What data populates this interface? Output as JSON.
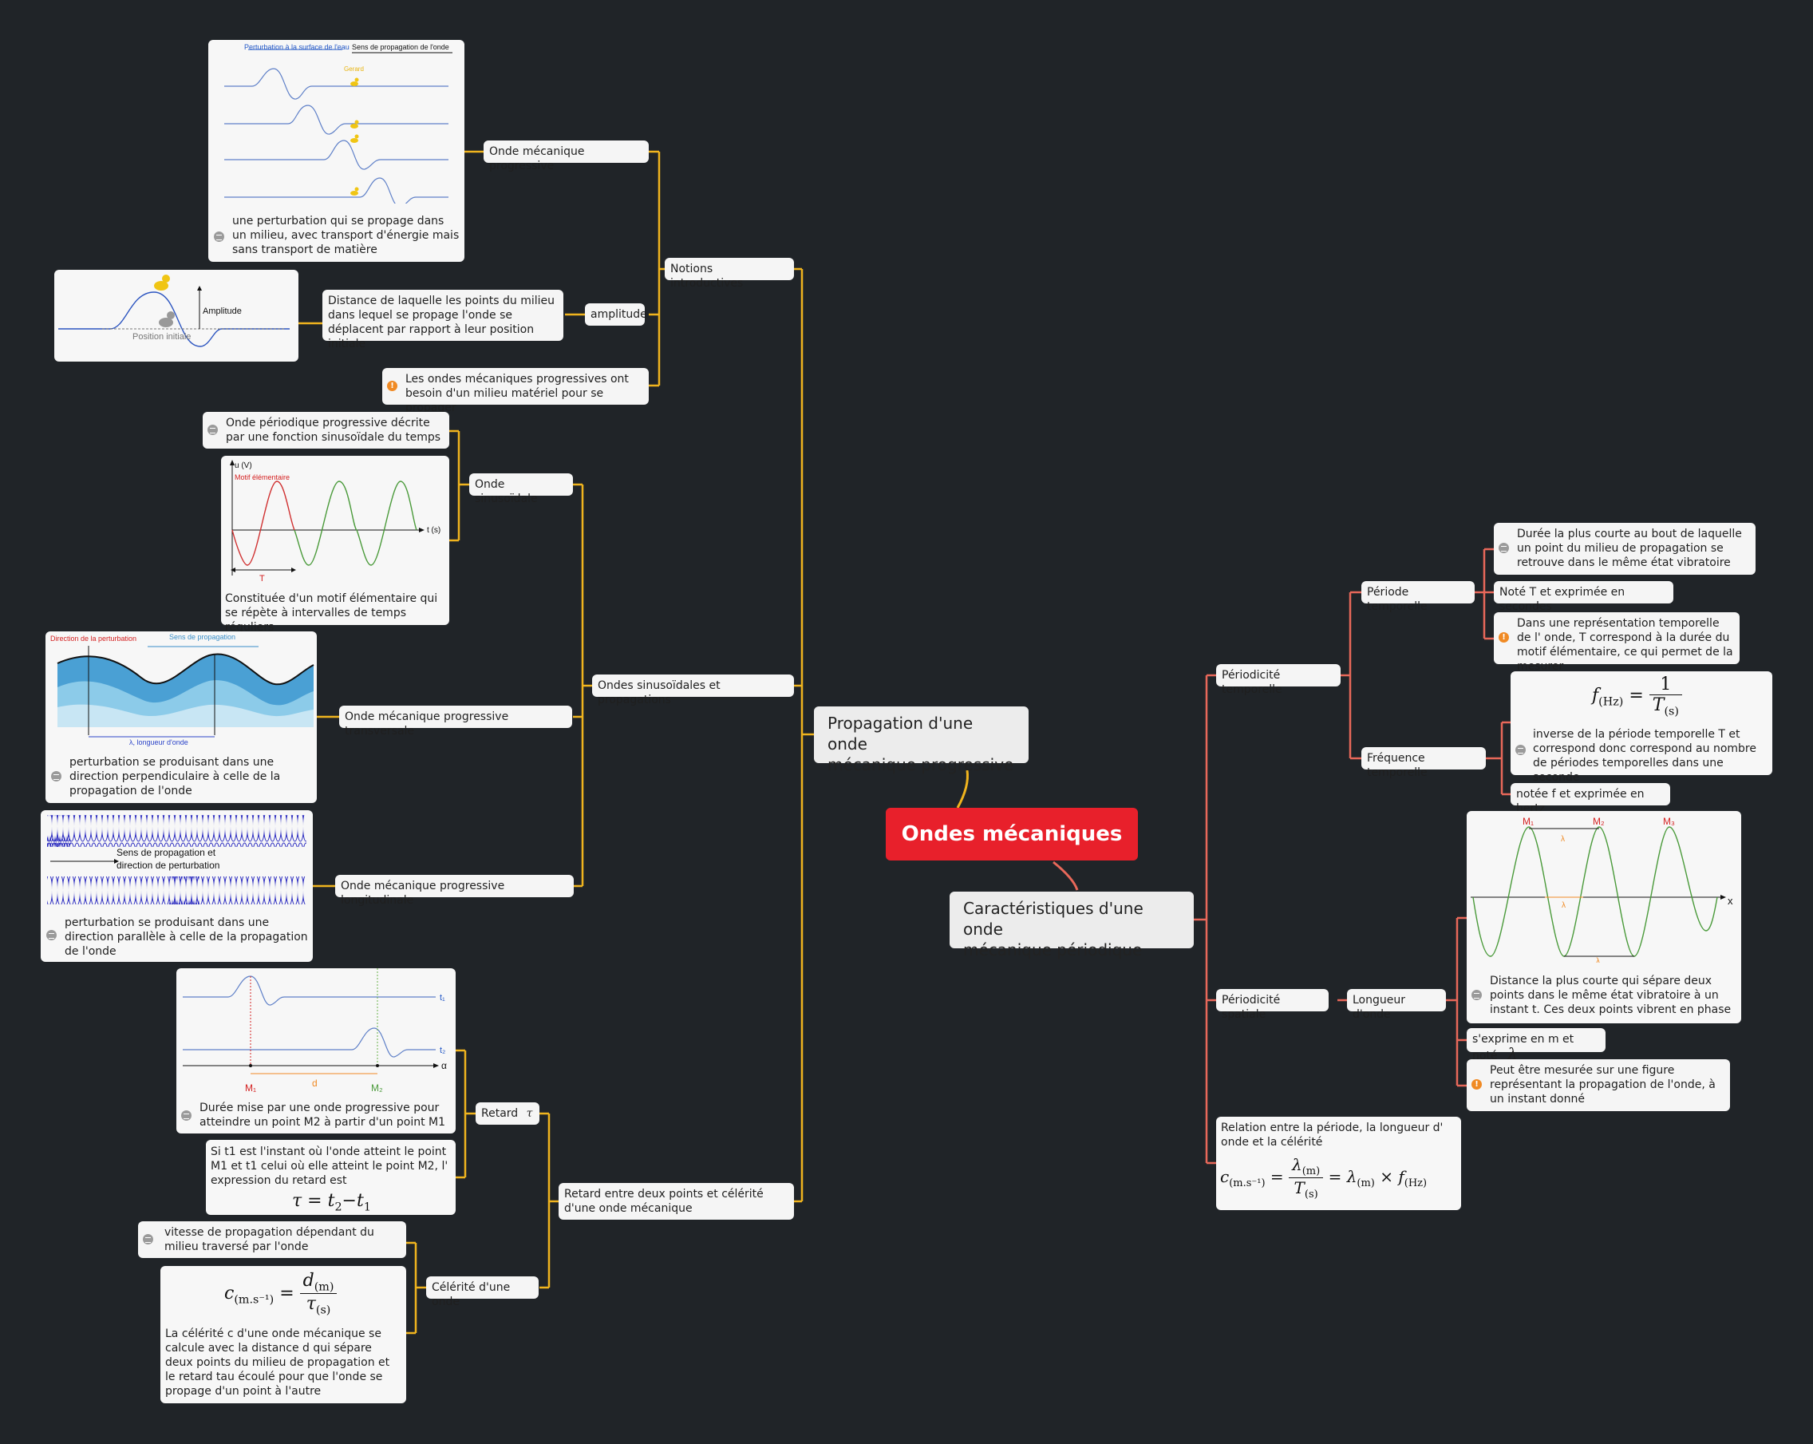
{
  "root": {
    "label": "Ondes mécaniques",
    "color": "#e8202b"
  },
  "left": {
    "branch_color": "#f0b41e",
    "title": "Propagation d'une onde\nmécanique progressive",
    "intro": {
      "label": "Notions introductives",
      "progressive": {
        "label": "Onde mécanique progressive",
        "diagram": {
          "legend_surface": "Perturbation à la surface de l'eau",
          "legend_direction": "Sens de propagation de l'onde",
          "duck_name": "Gerard"
        },
        "note": "une perturbation qui se propage dans un milieu, avec transport d'énergie mais sans transport de matière"
      },
      "amplitude": {
        "label": "amplitude",
        "definition": "Distance de laquelle les points du milieu dans lequel se propage l'onde se déplacent par rapport à leur position initiale",
        "diagram": {
          "amplitude_label": "Amplitude",
          "initial_label": "Position initiale"
        }
      },
      "warning": "Les ondes mécaniques progressives ont besoin d'un milieu matériel pour se propager"
    },
    "sinus": {
      "label": "Ondes sinusoïdales et propagations",
      "sinusoidale": {
        "label": "Onde sinusoïdale",
        "note": "Onde périodique progressive décrite par une fonction sinusoïdale du temps",
        "graph": {
          "y_label": "u (V)",
          "x_label": "t (s)",
          "motif_label": "Motif élémentaire",
          "period_label": "T"
        },
        "caption": "Constituée d'un motif élémentaire qui se répète à intervalles de temps réguliers"
      },
      "transversale": {
        "label": "Onde mécanique progressive transversale",
        "diagram": {
          "direction_label": "Direction de la perturbation",
          "sens_label": "Sens de propagation",
          "lambda_label": "λ, longueur d'onde"
        },
        "note": "perturbation se produisant dans une direction perpendiculaire à celle de la propagation de l'onde"
      },
      "longitudinale": {
        "label": "Onde mécanique progressive longitudinale",
        "diagram": {
          "label": "Sens de propagation et\ndirection de perturbation"
        },
        "note": "perturbation se produisant dans une direction parallèle à celle de la propagation de l'onde"
      }
    },
    "retard": {
      "label": "Retard entre deux points et célérité d'une onde mécanique",
      "retard_node": {
        "label": "Retard",
        "symbol": "τ",
        "graph": {
          "t1": "t₁",
          "t2": "t₂",
          "alpha": "α",
          "m1": "M₁",
          "m2": "M₂",
          "d": "d"
        },
        "note": "Durée mise par une onde progressive pour atteindre un point M2 à partir d'un point M1",
        "expression_text": "Si t1 est l'instant où l'onde atteint le point M1 et t1 celui où elle atteint le point M2, l' expression du retard est",
        "formula": {
          "lhs": "τ",
          "t2": "t",
          "t2_sub": "2",
          "t1": "t",
          "t1_sub": "1"
        }
      },
      "celerite": {
        "label": "Célérité d'une onde",
        "note": "vitesse de propagation dépendant du milieu traversé par l'onde",
        "formula": {
          "c": "c",
          "c_sub": "(m.s⁻¹)",
          "d": "d",
          "d_sub": "(m)",
          "tau": "τ",
          "tau_sub": "(s)"
        },
        "text": "La célérité c d'une onde mécanique se calcule avec la distance d qui sépare deux points du milieu de propagation et le retard tau écoulé pour que l'onde se propage d'un point à l'autre"
      }
    }
  },
  "right": {
    "branch_color": "#e8685a",
    "title": "Caractéristiques d'une onde\nmécanique périodique",
    "temporelle": {
      "label": "Périodicité temporelle",
      "periode": {
        "label": "Période temporelle",
        "note": "Durée la plus courte au bout de laquelle un point du milieu de propagation se retrouve dans le même état vibratoire",
        "unit": "Noté T et exprimée en secondes",
        "warning": "Dans une représentation temporelle de l' onde, T correspond à la durée du motif élémentaire, ce qui permet de la mesurer"
      },
      "frequence": {
        "label": "Fréquence temporelle",
        "formula": {
          "f": "f",
          "f_sub": "(Hz)",
          "one": "1",
          "t": "T",
          "t_sub": "(s)"
        },
        "note": "inverse de la période temporelle T et correspond donc correspond au nombre de périodes temporelles dans une seconde",
        "unit": "notée f et exprimée en hertz"
      }
    },
    "spatiale": {
      "label": "Périodicité spatiale",
      "longueur": {
        "label": "Longueur d'onde",
        "graph": {
          "m1": "M₁",
          "m2": "M₂",
          "m3": "M₃",
          "x": "x",
          "lambda": "λ"
        },
        "note": "Distance la plus courte qui sépare deux points dans le même état vibratoire à un instant t. Ces deux points vibrent en phase",
        "unit_text": "s'exprime en m et noté",
        "unit_symbol": "λ",
        "warning": "Peut être mesurée sur une figure représentant la propagation de l'onde, à un instant donné"
      }
    },
    "relation": {
      "text": "Relation entre la période, la longueur d' onde et la célérité",
      "formula": {
        "c": "c",
        "c_sub": "(m.s⁻¹)",
        "l": "λ",
        "l_sub": "(m)",
        "t": "T",
        "t_sub": "(s)",
        "times": "×",
        "f": "f",
        "f_sub": "(Hz)"
      }
    }
  }
}
